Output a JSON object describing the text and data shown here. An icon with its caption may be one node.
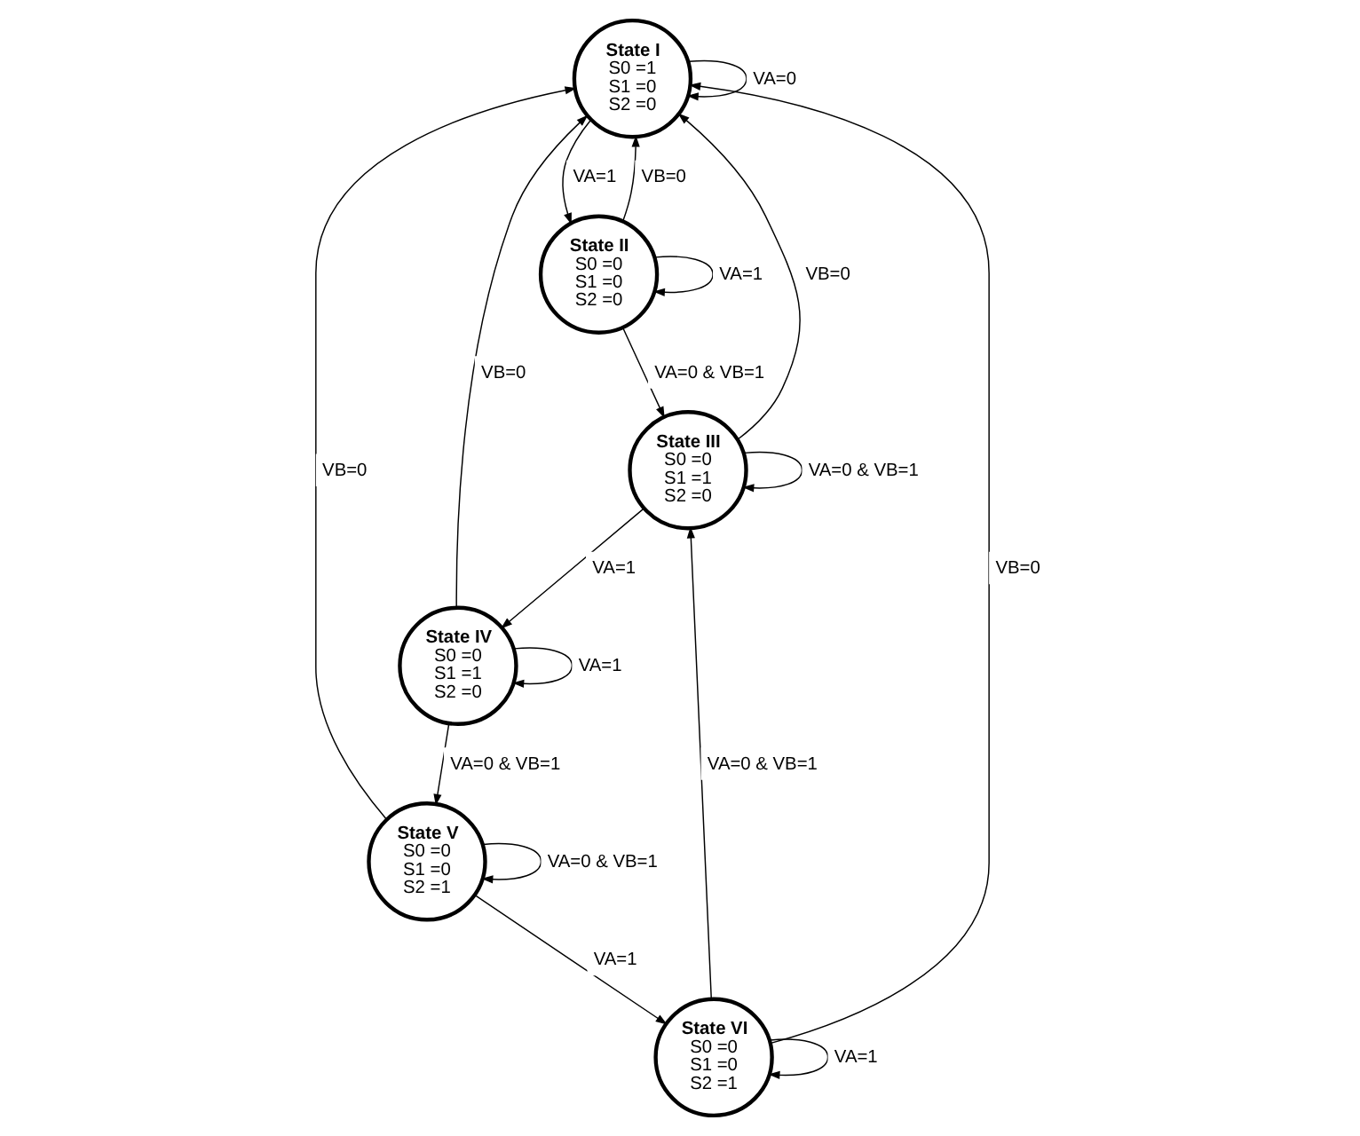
{
  "diagram": {
    "nodes": [
      {
        "text": [
          "State I",
          "S0 =1",
          "S1 =0",
          "S2 =0"
        ]
      },
      {
        "text": [
          "State V",
          "S0 =0",
          "S1 =0",
          "S2 =1"
        ]
      },
      {
        "text": [
          "State II",
          "S0 =0",
          "S1 =0",
          "S2 =0"
        ]
      },
      {
        "text": [
          "State VI",
          "S0 =0",
          "S1 =0",
          "S2 =1"
        ]
      },
      {
        "text": [
          "State IV",
          "S0 =0",
          "S1 =1",
          "S2 =0"
        ]
      },
      {
        "text": [
          "State III",
          "S0 =0",
          "S1 =1",
          "S2 =0"
        ]
      }
    ],
    "edges": [
      {
        "from": 0,
        "to": 0,
        "arrow": "to",
        "label": "VA=0"
      },
      {
        "from": 0,
        "to": 2,
        "arrow": "to",
        "label": "VA=1"
      },
      {
        "from": 2,
        "to": 0,
        "arrow": "to",
        "label": "VB=0"
      },
      {
        "from": 2,
        "to": 2,
        "arrow": "to",
        "label": "VA=1"
      },
      {
        "from": 2,
        "to": 5,
        "arrow": "to",
        "label": "VA=0 & VB=1"
      },
      {
        "from": 1,
        "to": 0,
        "arrow": "to",
        "label": "VB=0"
      },
      {
        "from": 1,
        "to": 1,
        "arrow": "to",
        "label": "VA=0 & VB=1"
      },
      {
        "from": 1,
        "to": 3,
        "arrow": "to",
        "label": "VA=1"
      },
      {
        "from": 3,
        "to": 0,
        "arrow": "to",
        "label": "VB=0"
      },
      {
        "from": 3,
        "to": 3,
        "arrow": "to",
        "label": "VA=1"
      },
      {
        "from": 3,
        "to": 5,
        "arrow": "to",
        "label": "VA=0 & VB=1"
      },
      {
        "from": 4,
        "to": 1,
        "arrow": "to",
        "label": "VA=0 & VB=1"
      },
      {
        "from": 4,
        "to": 0,
        "arrow": "to",
        "label": "VB=0"
      },
      {
        "from": 4,
        "to": 4,
        "arrow": "to",
        "label": "VA=1"
      },
      {
        "from": 5,
        "to": 0,
        "arrow": "to",
        "label": "VB=0"
      },
      {
        "from": 5,
        "to": 4,
        "arrow": "to",
        "label": "VA=1"
      },
      {
        "from": 5,
        "to": 5,
        "arrow": "to",
        "label": "VA=0 & VB=1"
      }
    ]
  }
}
